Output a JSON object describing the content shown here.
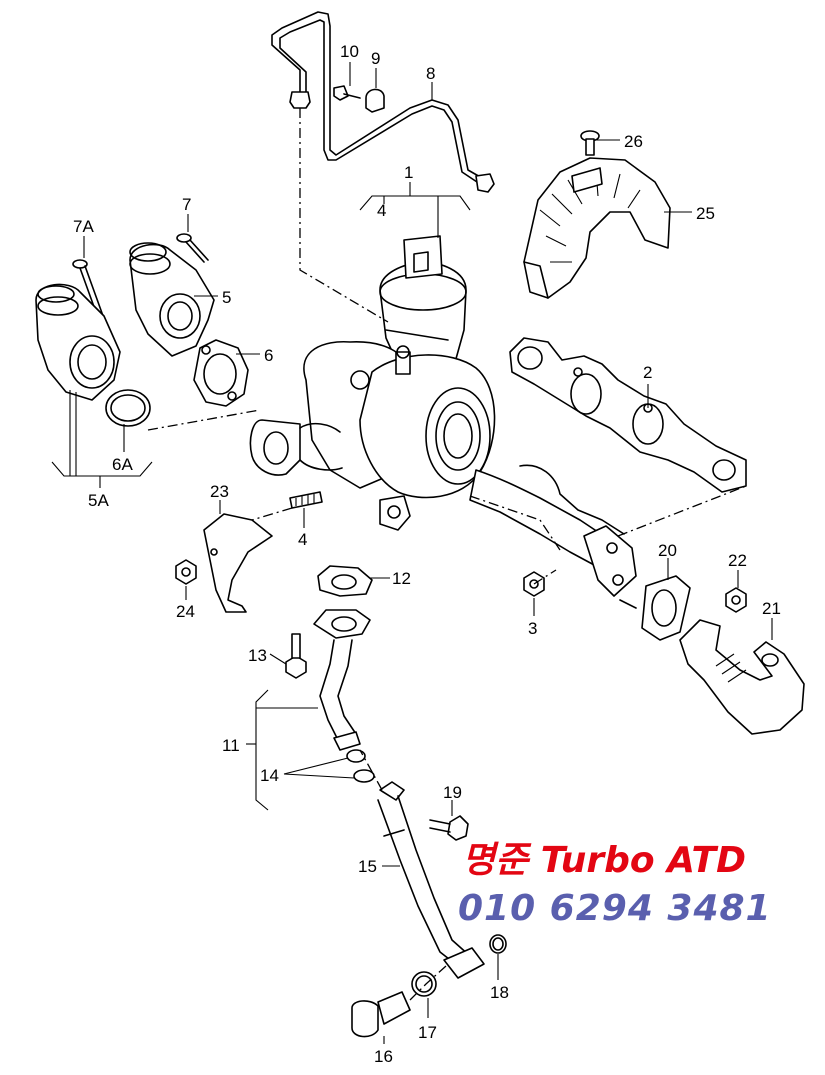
{
  "callouts": {
    "c1": "1",
    "c2": "2",
    "c3": "3",
    "c4a": "4",
    "c4b": "4",
    "c5": "5",
    "c5a": "5A",
    "c6": "6",
    "c6a": "6A",
    "c7": "7",
    "c7a": "7A",
    "c8": "8",
    "c9": "9",
    "c10": "10",
    "c11": "11",
    "c12": "12",
    "c13": "13",
    "c14": "14",
    "c15": "15",
    "c16": "16",
    "c17": "17",
    "c18": "18",
    "c19": "19",
    "c20": "20",
    "c21": "21",
    "c22": "22",
    "c23": "23",
    "c24": "24",
    "c25": "25",
    "c26": "26"
  },
  "watermark": {
    "line1": "명준 Turbo ATD",
    "line2": "010 6294 3481",
    "color1": "#e30613",
    "color2": "#5a5fae"
  }
}
